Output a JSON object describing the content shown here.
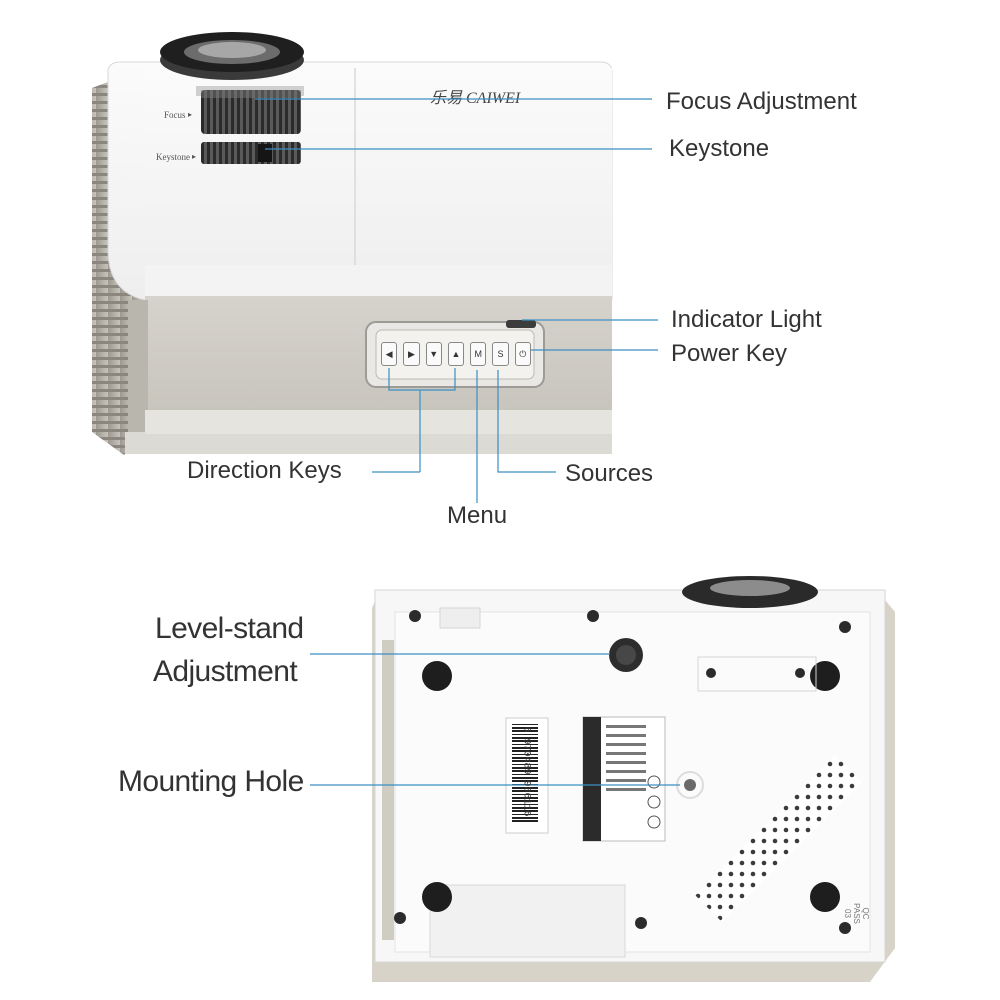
{
  "callouts": {
    "focus_adjustment": "Focus Adjustment",
    "keystone": "Keystone",
    "indicator_light": "Indicator Light",
    "power_key": "Power Key",
    "direction_keys": "Direction Keys",
    "sources": "Sources",
    "menu": "Menu",
    "level_stand_adjustment_line1": "Level-stand",
    "level_stand_adjustment_line2": "Adjustment",
    "mounting_hole": "Mounting Hole"
  },
  "projector_top": {
    "focus_mark": "Focus",
    "keystone_mark": "Keystone",
    "brand_logo": "CAIWEI",
    "key_glyphs": [
      "◀",
      "▶",
      "▼",
      "▲",
      "M",
      "S",
      "⏻"
    ]
  },
  "projector_bottom": {
    "barcode_number": "6 970489 986116",
    "qc_mark_line1": "QC",
    "qc_mark_line2": "PASS",
    "qc_mark_line3": "03"
  },
  "colors": {
    "callout_line": "#3a8fc4",
    "body_white": "#f2f2f2",
    "body_silver": "#c9c6be",
    "text": "#333333"
  }
}
